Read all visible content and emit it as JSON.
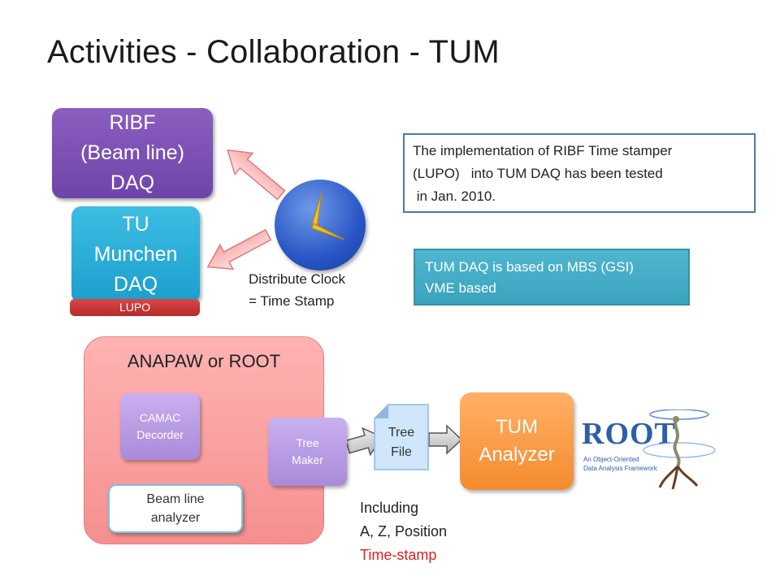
{
  "slide": {
    "title": "Activities - Collaboration - TUM"
  },
  "top": {
    "ribf_lines": [
      "RIBF",
      "(Beam line)",
      "DAQ"
    ],
    "tu_lines": [
      "TU",
      "Munchen",
      "DAQ"
    ],
    "lupo": "LUPO",
    "distribute_lines": [
      "Distribute Clock",
      "= Time Stamp"
    ],
    "note1_lines": [
      "The implementation of RIBF Time stamper",
      "(LUPO)   into TUM DAQ has been tested",
      " in Jan. 2010."
    ],
    "note2_lines": [
      "TUM DAQ is based on MBS (GSI)",
      "VME based"
    ]
  },
  "bottom": {
    "anapaw": "ANAPAW or ROOT",
    "camac_lines": [
      "CAMAC",
      "Decorder"
    ],
    "beam_lines": [
      "Beam line",
      "analyzer"
    ],
    "tree_lines": [
      "Tree",
      "Maker"
    ],
    "file_lines": [
      "Tree",
      "File"
    ],
    "analyzer_lines": [
      "TUM",
      "Analyzer"
    ],
    "including_lines": [
      "Including",
      "A, Z, Position"
    ],
    "timestamp": "Time-stamp",
    "root_logo": {
      "word": "ROOT",
      "tagline_lines": [
        "An Object-Oriented",
        "Data Analysis Framework"
      ]
    }
  },
  "colors": {
    "ribf": "#7a52b4",
    "tu": "#2aafd8",
    "lupo": "#c83a3a",
    "anapaw": "#f9a2a2",
    "analyzer": "#f79a45",
    "timestamp": "#e02020"
  },
  "icons": [
    "clock-icon",
    "document-icon",
    "root-logo"
  ]
}
